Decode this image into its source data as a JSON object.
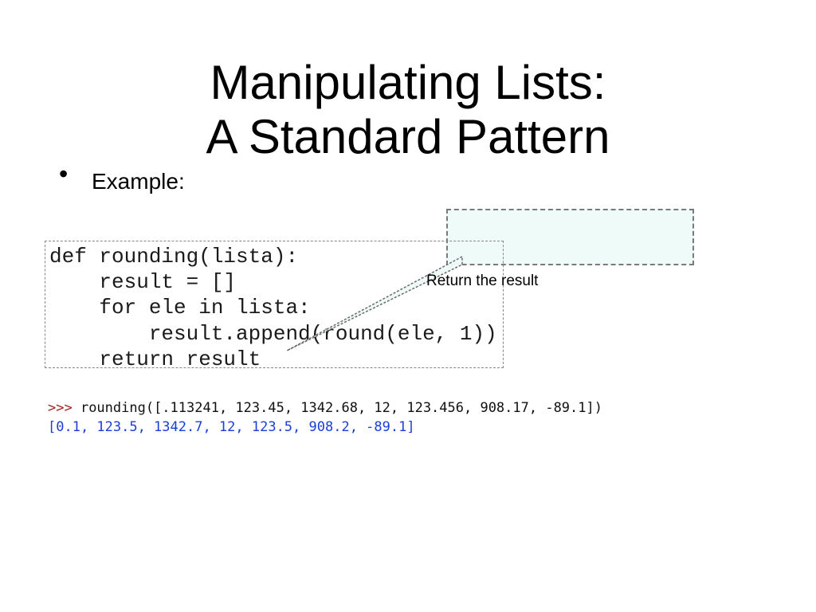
{
  "slide": {
    "title_line1": "Manipulating Lists:",
    "title_line2": "A Standard Pattern",
    "bullet_char": "•",
    "example_label": "Example:"
  },
  "code": {
    "lines": [
      "def rounding(lista):",
      "    result = []",
      "    for ele in lista:",
      "        result.append(round(ele, 1))",
      "    return result"
    ]
  },
  "callout": {
    "text": "Return the result",
    "fill_color": "#eefbf8"
  },
  "shell": {
    "prompt": ">>>",
    "call": " rounding([.113241, 123.45, 1342.68, 12, 123.456, 908.17, -89.1])",
    "output": "[0.1, 123.5, 1342.7, 12, 123.5, 908.2, -89.1]",
    "prompt_color": "#a02020",
    "output_color": "#1a3fd8"
  }
}
